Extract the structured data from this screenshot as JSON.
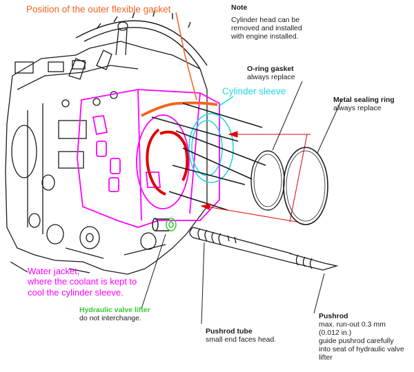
{
  "colors": {
    "orange": "#f26522",
    "magenta": "#ff00ff",
    "cyan": "#22d6e6",
    "green": "#33cc33",
    "red": "#e00000",
    "ink": "#1a1a1a"
  },
  "annotations": {
    "outer_gasket": "Position of the outer flexible gasket",
    "cylinder_sleeve": "Cylinder sleeve",
    "water_jacket_1": "Water jacket,",
    "water_jacket_2": "where the coolant is kept to",
    "water_jacket_3": "cool the cylinder sleeve."
  },
  "note": {
    "title": "Note",
    "line1": "Cylinder head can be",
    "line2": "removed and installed",
    "line3": "with engine installed."
  },
  "labels": {
    "oring": {
      "title": "O-ring gasket",
      "sub": "always replace"
    },
    "metal_ring": {
      "title": "Metal sealing ring",
      "sub": "always replace"
    },
    "lifter": {
      "title": "Hydraulic valve lifter",
      "sub": "do not interchange."
    },
    "pushrod_tube": {
      "title": "Pushrod tube",
      "sub": "small end faces head."
    },
    "pushrod": {
      "title": "Pushrod",
      "line1": "max. run-out 0.3 mm",
      "line2": "(0.012 in.)",
      "line3": "guide pushrod carefully",
      "line4": "into seat of hydraulic valve",
      "line5": "lifter"
    }
  }
}
